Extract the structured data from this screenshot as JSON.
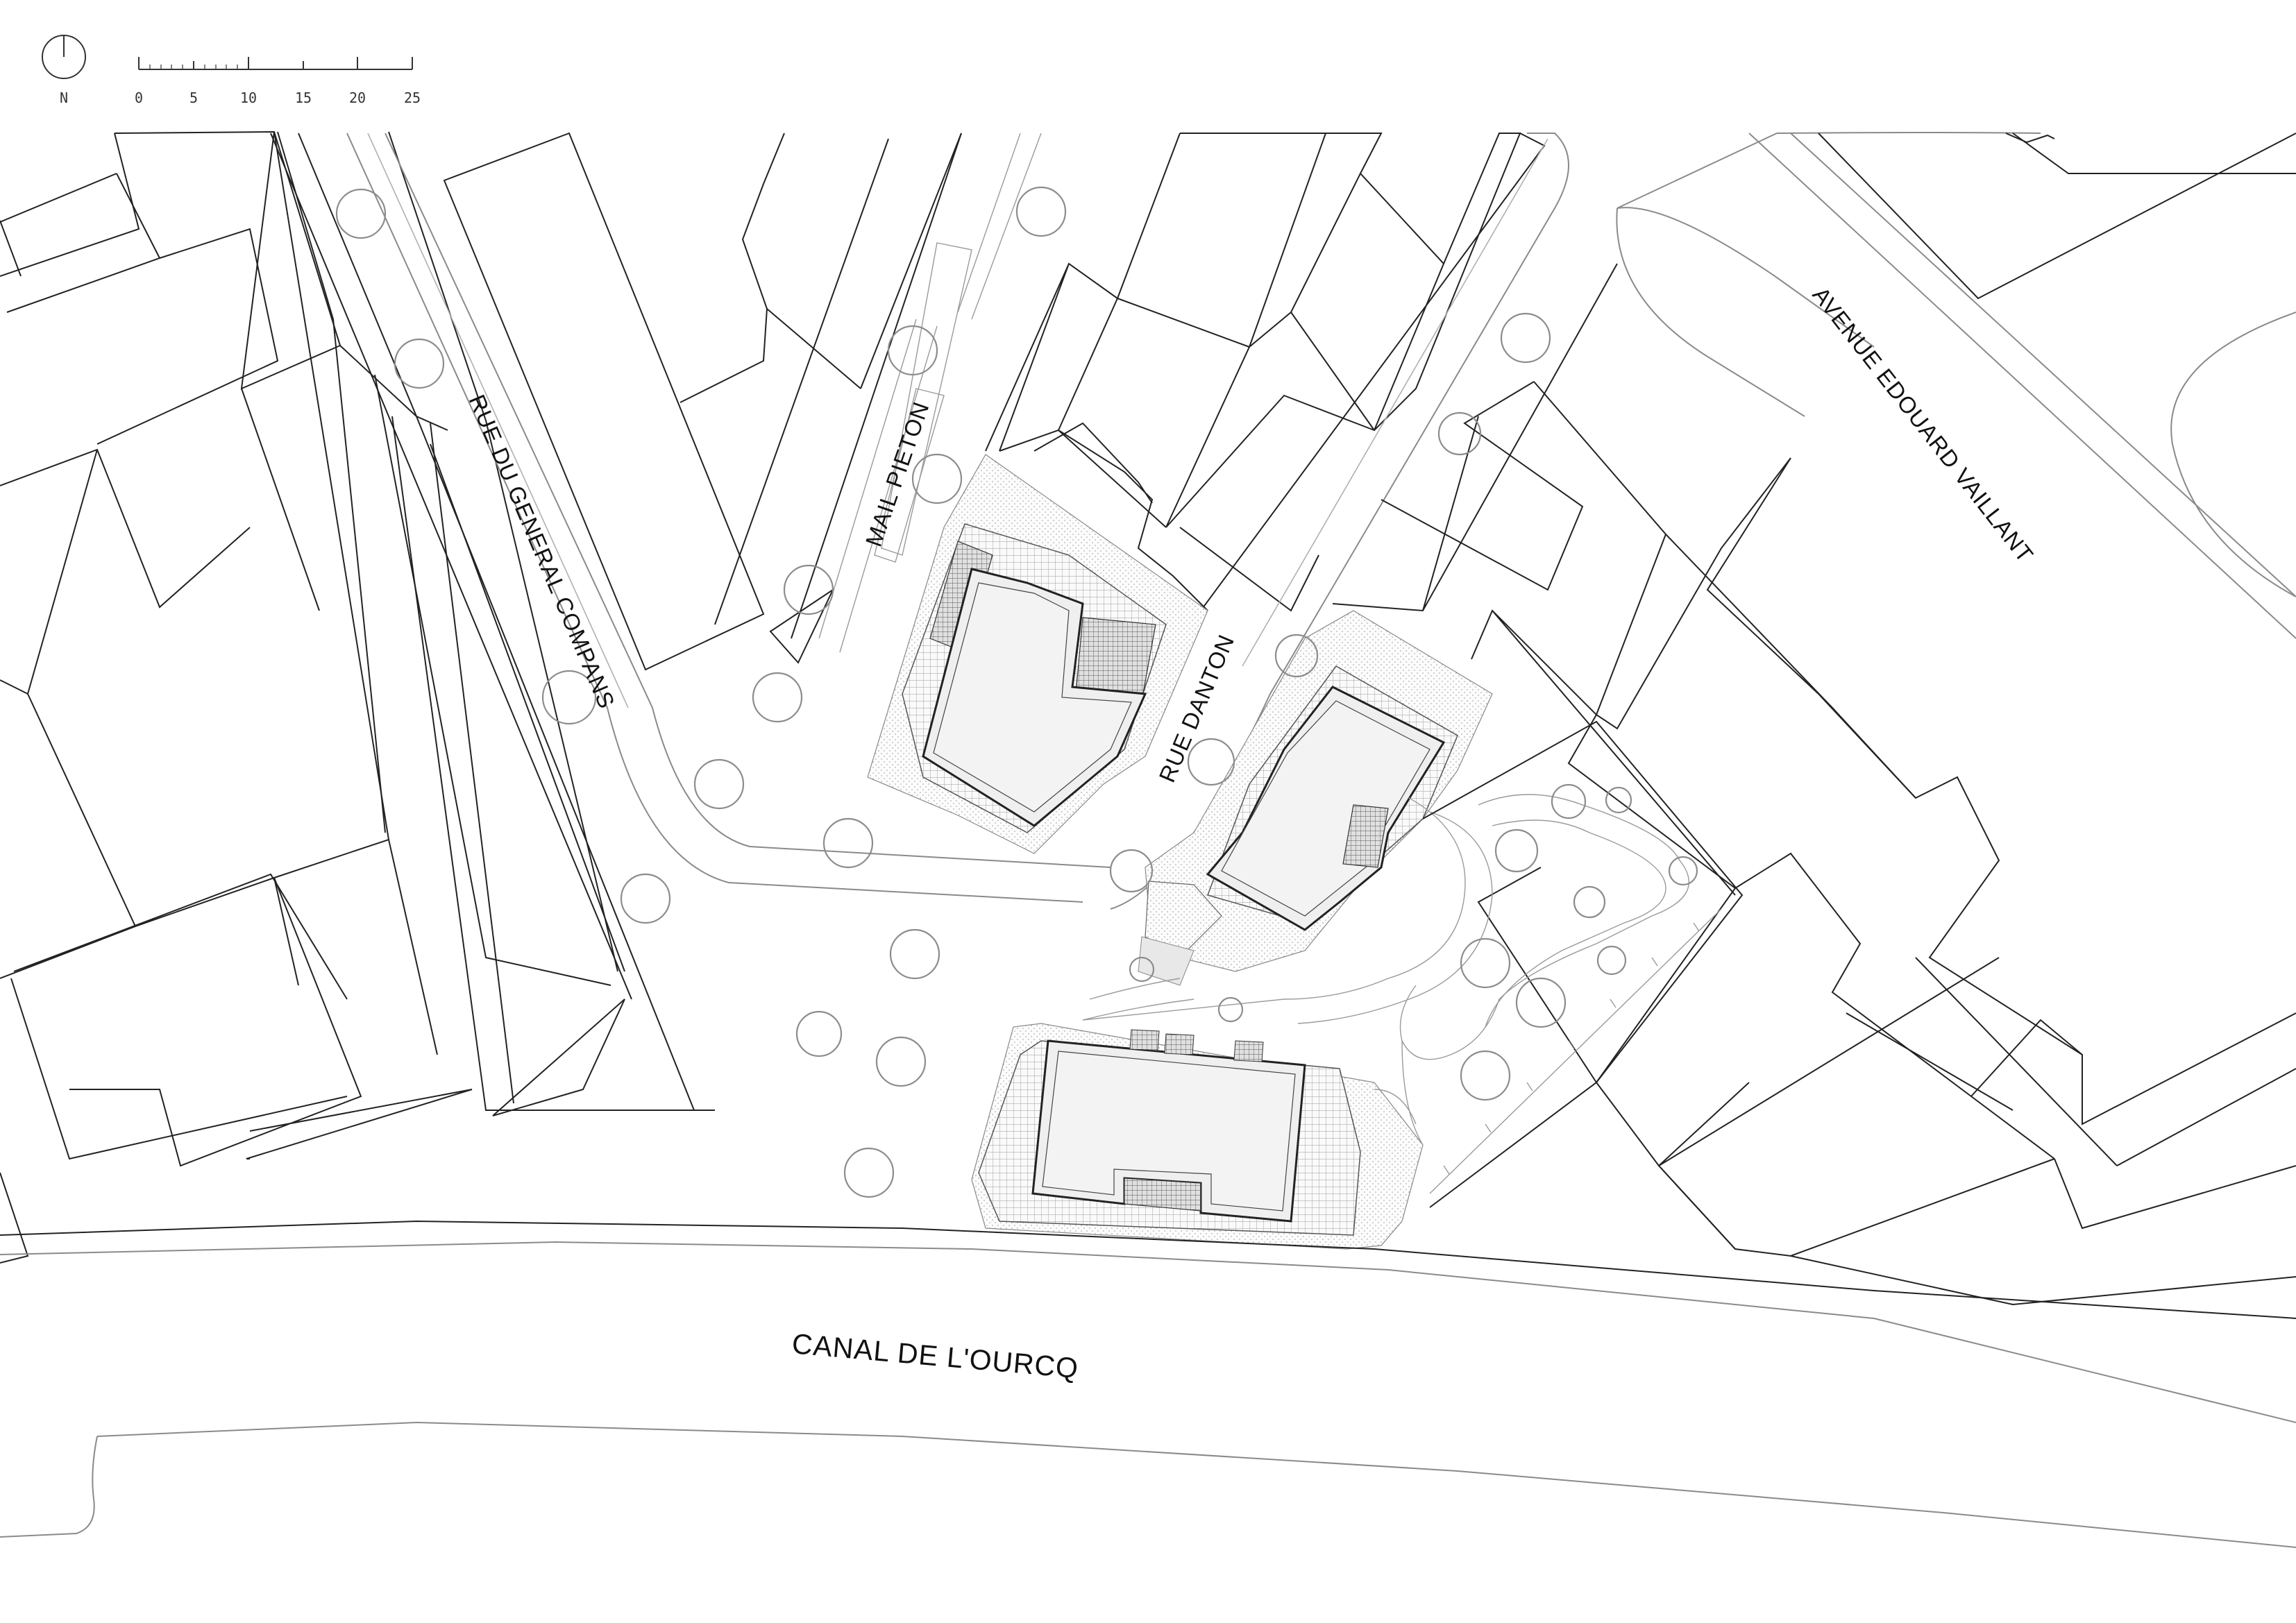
{
  "north_arrow": {
    "label": "N"
  },
  "scale_bar": {
    "ticks": [
      "0",
      "5",
      "10",
      "15",
      "20",
      "25"
    ]
  },
  "streets": {
    "rue_general_compans": "RUE DU GENERAL COMPANS",
    "mail_pieton": "MAIL PIETON",
    "rue_danton": "RUE DANTON",
    "avenue_edouard_vaillant": "AVENUE EDOUARD VAILLANT",
    "canal": "CANAL DE L'OURCQ"
  },
  "colors": {
    "line": "#222222",
    "road": "#8a8a8a",
    "tree": "#8c8c8c",
    "roof": "#f1f1f1",
    "hatch": "#9a9a9a"
  }
}
